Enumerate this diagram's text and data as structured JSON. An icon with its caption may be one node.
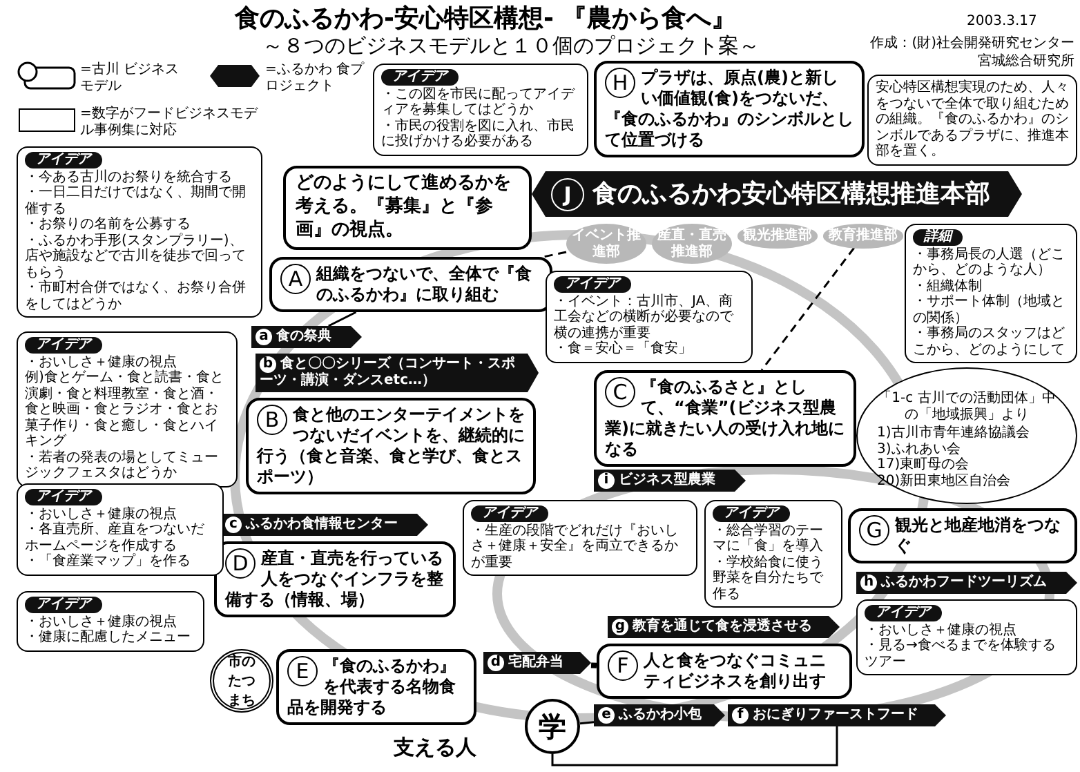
{
  "diagram": {
    "title": "食のふるかわ-安心特区構想- 『農から食へ』",
    "nodes": [
      {
        "text": [
          "J",
          "食のふるかわ安心特区構想推進本部"
        ]
      },
      {
        "text": [
          "安心特区構想実現のため、人々をつないで全体で取り組むための組織。『食のふるかわ』のシンボルであるプラザに、推進本部を置く。"
        ]
      },
      {
        "text": [
          "詳細",
          "・事務局長の人選（どこから、どのような人）",
          "・組織体制",
          "・サポート体制（地域との関係）",
          "・事務局のスタッフはどこから、どのようにして"
        ]
      },
      {
        "text": [
          "H",
          "プラザは、原点(農)と新しい価値観(食)をつないだ、『食のふるかわ』のシンボルとして位置づける"
        ]
      },
      {
        "text": [
          "どのようにして進めるかを考える。『募集』と『参画』の視点。"
        ]
      },
      {
        "text": [
          "アイデア",
          "・この図を市民に配ってアイディアを募集してはどうか",
          "・市民の役割を図に入れ、市民に投げかける必要がある"
        ]
      },
      {
        "text": [
          "A",
          "組織をつないで、全体で『食のふるかわ』に取り組む"
        ]
      },
      {
        "text": [
          "a",
          "食の祭典"
        ]
      },
      {
        "text": [
          "b",
          "食と〇〇シリーズ（コンサート・スポーツ・講演・ダンスetc…）"
        ]
      },
      {
        "text": [
          "B",
          "食と他のエンターテイメントをつないだイベントを、継続的に行う（食と音楽、食と学び、食とスポーツ）"
        ]
      },
      {
        "text": [
          "C",
          "『食のふるさと』として、“食業”(ビジネス型農業)に就きたい人の受け入れ地になる"
        ]
      },
      {
        "text": [
          "i",
          "ビジネス型農業"
        ]
      },
      {
        "text": [
          "D",
          "産直・直売を行っている人をつなぐインフラを整備する（情報、場）"
        ]
      },
      {
        "text": [
          "c",
          "ふるかわ食情報センター"
        ]
      },
      {
        "text": [
          "市のたつまち"
        ]
      },
      {
        "text": [
          "E",
          "『食のふるかわ』を代表する名物食品を開発する"
        ]
      },
      {
        "text": [
          "F",
          "人と食をつなぐコミュニティビジネスを創り出す"
        ]
      },
      {
        "text": [
          "g",
          "教育を通じて食を浸透させる"
        ]
      },
      {
        "text": [
          "d",
          "宅配弁当"
        ]
      },
      {
        "text": [
          "e",
          "ふるかわ小包"
        ]
      },
      {
        "text": [
          "f",
          "おにぎりファーストフード"
        ]
      },
      {
        "text": [
          "G",
          "観光と地産地消をつなぐ"
        ]
      },
      {
        "text": [
          "h",
          "ふるかわフードツーリズム"
        ]
      },
      {
        "text": [
          "学"
        ]
      },
      {
        "text": [
          "「1-c 古川での活動団体」中の「地域振興」より",
          "1)古川市青年連絡協議会",
          "3)ふれあい会",
          "17)東町母の会",
          "20)新田東地区自治会"
        ]
      },
      {
        "text": [
          "アイデア",
          "・今ある古川のお祭りを統合する",
          "・一日二日だけではなく、期間で開催する",
          "・お祭りの名前を公募する",
          "・ふるかわ手形(スタンプラリー)、店や施設などで古川を徒歩で回ってもらう",
          "・市町村合併ではなく、お祭り合併をしてはどうか"
        ]
      },
      {
        "text": [
          "アイデア",
          "・おいしさ＋健康の視点",
          "例)食とゲーム・食と読書・食と演劇・食と料理教室・食と酒・食と映画・食とラジオ・食とお菓子作り・食と癒し・食とハイキング",
          "・若者の発表の場としてミュージックフェスタはどうか"
        ]
      },
      {
        "text": [
          "アイデア",
          "・おいしさ＋健康の視点",
          "・各直売所、産直をつないだホームページを作成する",
          "・「食産業マップ」を作る"
        ]
      },
      {
        "text": [
          "アイデア",
          "・イベント：古川市、JA、商工会などの横断が必要なので横の連携が重要",
          "・食＝安心＝「食安」"
        ]
      },
      {
        "text": [
          "アイデア",
          "・生産の段階でどれだけ『おいしさ＋健康＋安全』を両立できるかが重要"
        ]
      },
      {
        "text": [
          "アイデア",
          "・おいしさ＋健康の視点",
          "・見る→食べるまでを体験するツアー"
        ]
      },
      {
        "text": [
          "アイデア",
          "・おいしさ＋健康の視点",
          "・健康に配慮したメニュー"
        ]
      },
      {
        "text": [
          "アイデア",
          "・総合学習のテーマに「食」を導入",
          "・学校給食に使う野菜を自分たちで作る"
        ]
      },
      {
        "text": [
          "イベント推進部"
        ]
      },
      {
        "text": [
          "産直・直売推進部"
        ]
      },
      {
        "text": [
          "観光推進部"
        ]
      },
      {
        "text": [
          "教育推進部"
        ]
      }
    ],
    "edges": [
      {
        "from": 33,
        "to": 6,
        "arrow": "none",
        "style": "dashed"
      },
      {
        "from": 36,
        "to": 10,
        "arrow": "none",
        "style": "dashed"
      },
      {
        "from": 16,
        "to": 18,
        "arrow": "none",
        "style": "thick"
      },
      {
        "from": 23,
        "to": 19,
        "arrow": "none"
      },
      {
        "from": 23,
        "to": 20,
        "arrow": "none"
      },
      {
        "from": 7,
        "to": 6,
        "arrow": "none"
      }
    ],
    "labels": [
      "～８つのビジネスモデルと１０個のプロジェクト案～",
      "2003.3.17",
      "作成：(財)社会開発研究センター",
      "宮城総合研究所",
      "支える人"
    ],
    "legend": [
      {
        "text": "=古川 ビジネスモデル"
      },
      {
        "text": "=ふるかわ 食プロジェクト"
      },
      {
        "text": "=数字がフードビジネスモデル事例集に対応"
      }
    ]
  }
}
